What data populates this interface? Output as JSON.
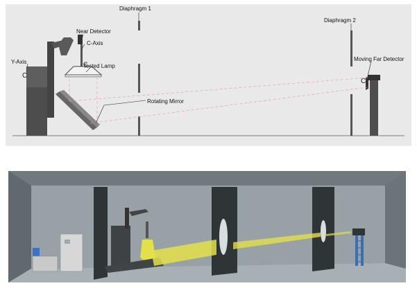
{
  "top_diagram": {
    "labels": {
      "diaphragm_1": "Diaphragm 1",
      "diaphragm_2": "Diaphragm 2",
      "near_detector": "Near Detector",
      "c_axis": "C-Axis",
      "y_axis": "Y-Axis",
      "tested_lamp": "Tested Lamp",
      "rotating_mirror": "Rotating Mirror",
      "moving_far_detector": "Moving Far Detector"
    },
    "colors": {
      "background": "#e9e9e9",
      "machine": "#4a4a4a",
      "beam": "#e8a0a0"
    }
  },
  "bottom_render": {
    "colors": {
      "wall": "#8d979c",
      "wall_shade": "#6f797e",
      "panel": "#2f3436",
      "floor": "#a7b0b4",
      "beam": "#e3e04a",
      "stand": "#3a6fb0"
    }
  }
}
